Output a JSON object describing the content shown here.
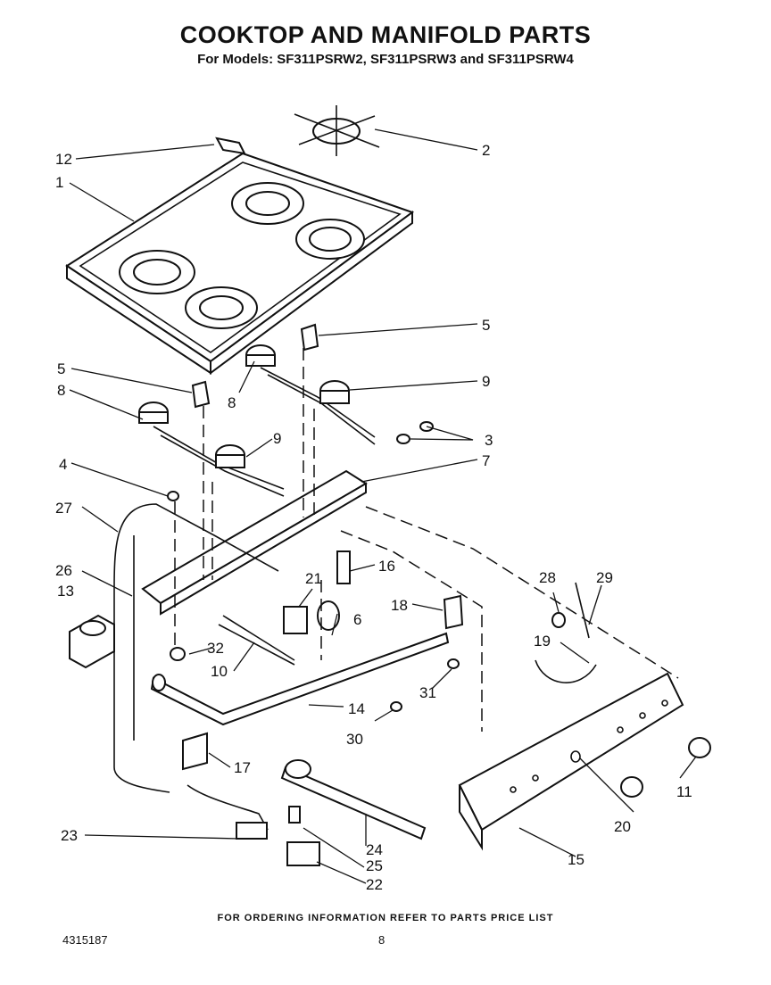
{
  "header": {
    "title": "COOKTOP AND MANIFOLD PARTS",
    "subtitle": "For Models: SF311PSRW2, SF311PSRW3 and SF311PSRW4"
  },
  "footer": {
    "ordering_note": "FOR ORDERING INFORMATION REFER TO PARTS PRICE LIST",
    "doc_number": "4315187",
    "page_number": "8"
  },
  "callouts": {
    "c1": "1",
    "c2": "2",
    "c3": "3",
    "c4": "4",
    "c5a": "5",
    "c5b": "5",
    "c6": "6",
    "c7": "7",
    "c8a": "8",
    "c8b": "8",
    "c9a": "9",
    "c9b": "9",
    "c10": "10",
    "c11": "11",
    "c12": "12",
    "c13": "13",
    "c14": "14",
    "c15": "15",
    "c16": "16",
    "c17": "17",
    "c18": "18",
    "c19": "19",
    "c20": "20",
    "c21": "21",
    "c22": "22",
    "c23": "23",
    "c24": "24",
    "c25": "25",
    "c26": "26",
    "c27": "27",
    "c28": "28",
    "c29": "29",
    "c30": "30",
    "c31": "31",
    "c32": "32"
  }
}
